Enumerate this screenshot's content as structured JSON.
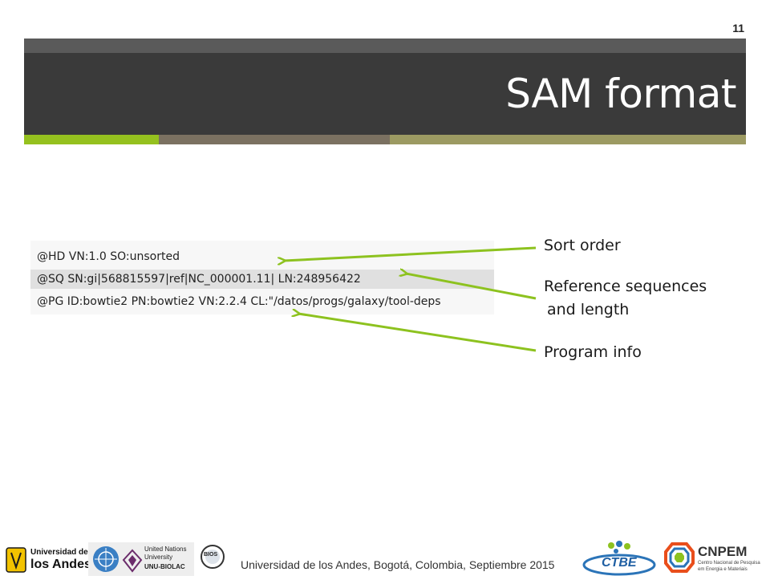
{
  "slide": {
    "number": "11",
    "title": "SAM format"
  },
  "code": {
    "lines": [
      "@HD VN:1.0 SO:unsorted",
      "@SQ SN:gi|568815597|ref|NC_000001.11| LN:248956422",
      "@PG ID:bowtie2 PN:bowtie2 VN:2.2.4 CL:\"/datos/progs/galaxy/tool-deps"
    ]
  },
  "annotations": {
    "sort_order": "Sort order",
    "reference_line1": "Reference sequences",
    "reference_line2": "and length",
    "program_info": "Program info"
  },
  "footer": {
    "text": "Universidad de los Andes, Bogotá, Colombia, Septiembre 2015",
    "logos": {
      "uniandes_line1": "Universidad de",
      "uniandes_line2": "los Andes",
      "unu_line1": "United Nations",
      "unu_line2": "University",
      "unu_line3": "UNU-BIOLAC",
      "bios": "BIOS",
      "ctbe": "CTBE",
      "cnpem": "CNPEM",
      "cnpem_sub1": "Centro Nacional de Pesquisa",
      "cnpem_sub2": "em Energia e Materiais"
    }
  },
  "colors": {
    "title_bar": "#3a3a3a",
    "accent_green": "#95c11f",
    "arrow_green": "#8dc21f"
  }
}
